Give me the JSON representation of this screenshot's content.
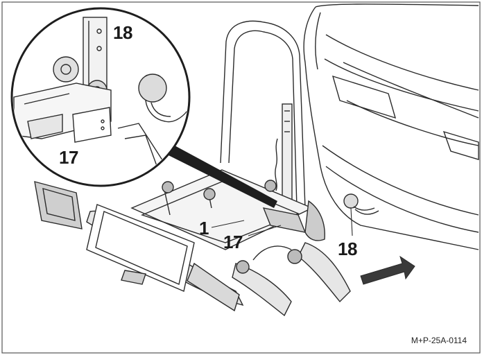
{
  "callouts": {
    "inset_hitch_ball": "18",
    "inset_bracket": "17",
    "carrier": "1",
    "carrier_bracket": "17",
    "vehicle_hitch_ball": "18"
  },
  "figure_code": "M+P-25A-0114",
  "colors": {
    "line": "#2b2b2b",
    "frame": "#555555",
    "shade": "#d9d9d9",
    "dark": "#3a3a3a"
  },
  "icons": {
    "direction_arrow": "arrow-right-icon"
  }
}
